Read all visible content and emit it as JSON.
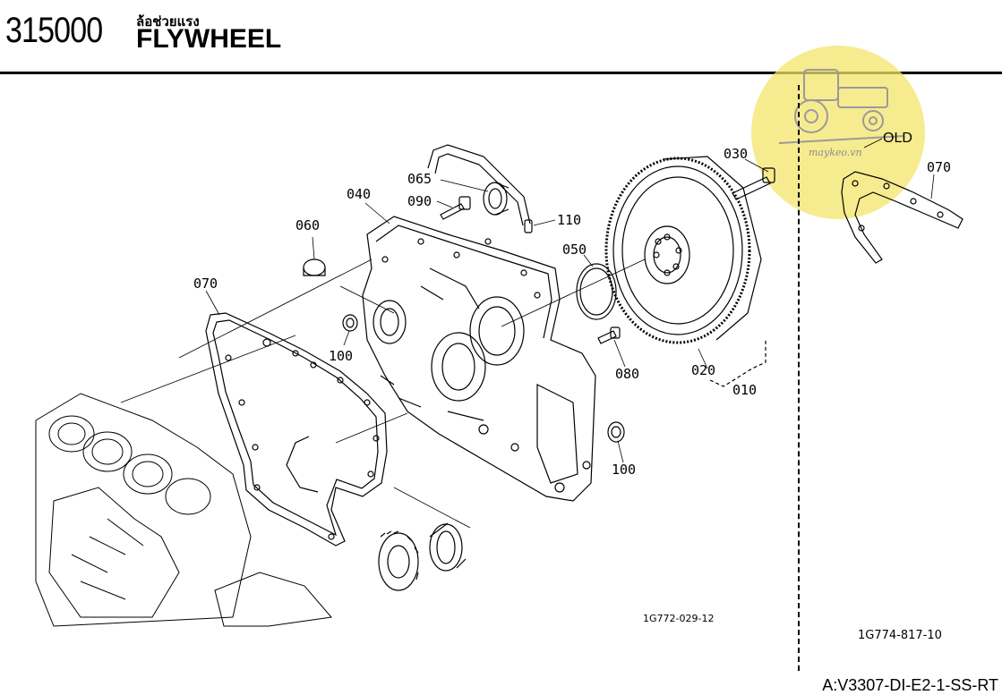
{
  "header": {
    "section_code": "315000",
    "title_thai": "ล้อช่วยแรง",
    "title_en": "FLYWHEEL"
  },
  "callouts": {
    "c030": "030",
    "c065": "065",
    "c040": "040",
    "c090": "090",
    "c110": "110",
    "c060": "060",
    "c050": "050",
    "c070": "070",
    "c100a": "100",
    "c080": "080",
    "c020": "020",
    "c010": "010",
    "c100b": "100",
    "c070_old": "070"
  },
  "inset": {
    "label": "OLD"
  },
  "references": {
    "main": "1G772-029-12",
    "inset": "1G774-817-10"
  },
  "model_code": "A:V3307-DI-E2-1-SS-RT",
  "watermark": {
    "text": "maykeo.vn",
    "color": "#f4e46a"
  }
}
